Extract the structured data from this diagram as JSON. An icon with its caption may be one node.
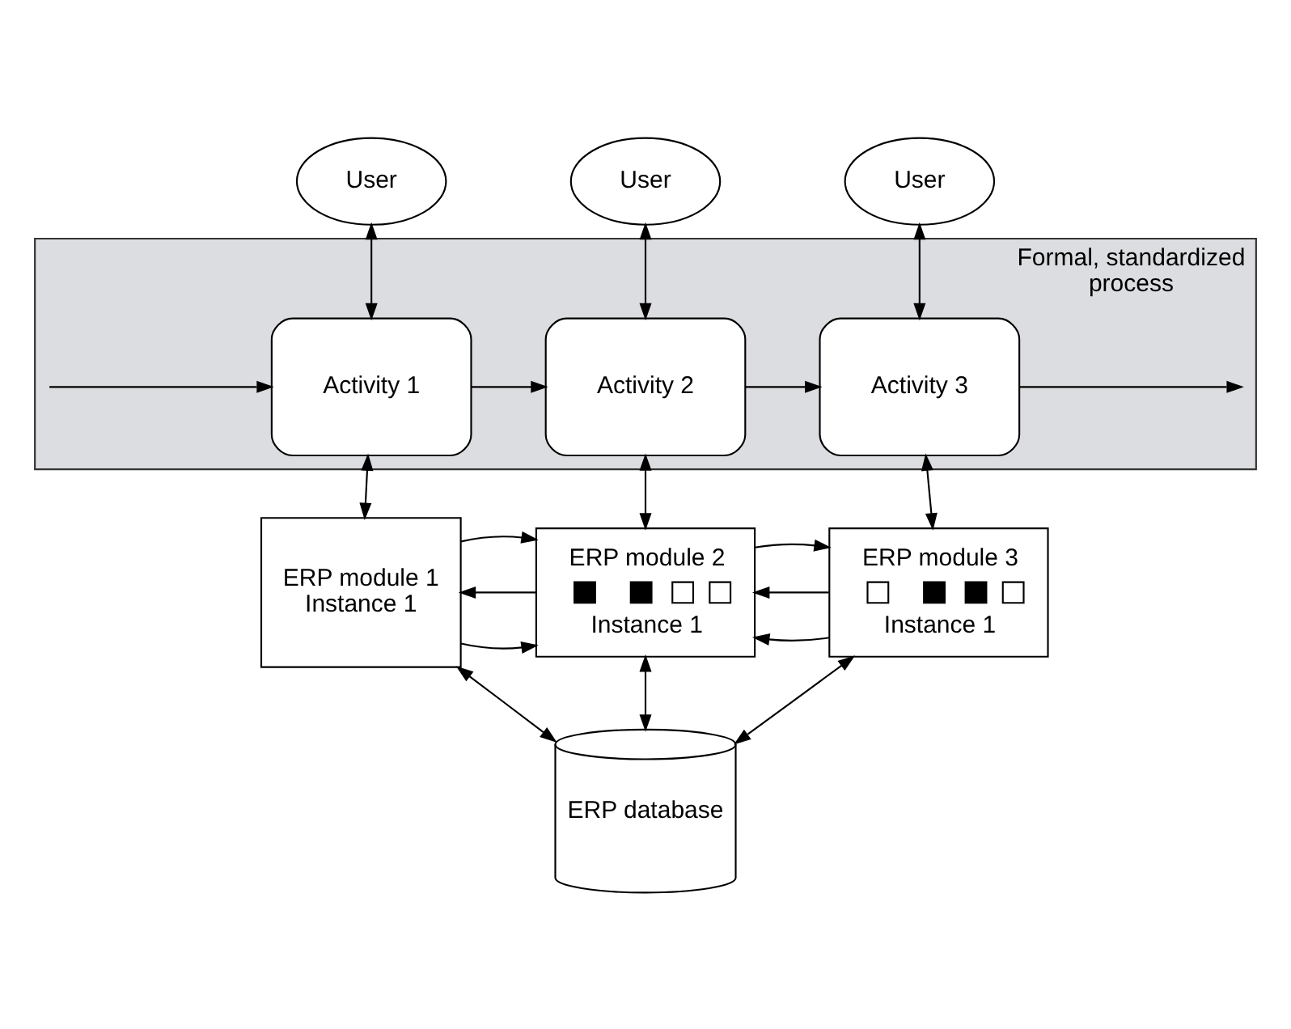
{
  "diagram": {
    "nodes": [
      {
        "text": [
          "User"
        ]
      },
      {
        "text": [
          "User"
        ]
      },
      {
        "text": [
          "User"
        ]
      },
      {
        "text": [
          "Formal, standardized process"
        ]
      },
      {
        "text": [
          "Activity 1"
        ],
        "in": 3
      },
      {
        "text": [
          "Activity 2"
        ],
        "in": 3
      },
      {
        "text": [
          "Activity 3"
        ],
        "in": 3
      },
      {
        "text": [
          "ERP module 1",
          "Instance 1"
        ]
      },
      {
        "text": [
          "ERP module 2",
          "Instance 1"
        ]
      },
      {
        "text": [
          "ERP module 3",
          "Instance 1"
        ]
      },
      {
        "text": [
          "ERP database"
        ]
      }
    ],
    "edges": [
      {
        "from": null,
        "to": 4,
        "arrow": "to"
      },
      {
        "from": 4,
        "to": 5,
        "arrow": "to"
      },
      {
        "from": 5,
        "to": 6,
        "arrow": "to"
      },
      {
        "from": 6,
        "to": null,
        "arrow": "to"
      },
      {
        "from": 0,
        "to": 4,
        "arrow": "both"
      },
      {
        "from": 1,
        "to": 5,
        "arrow": "both"
      },
      {
        "from": 2,
        "to": 6,
        "arrow": "both"
      },
      {
        "from": 4,
        "to": 7,
        "arrow": "both"
      },
      {
        "from": 5,
        "to": 8,
        "arrow": "both"
      },
      {
        "from": 6,
        "to": 9,
        "arrow": "both"
      },
      {
        "from": 7,
        "to": 8,
        "arrow": "to"
      },
      {
        "from": 8,
        "to": 7,
        "arrow": "to"
      },
      {
        "from": 7,
        "to": 8,
        "arrow": "to"
      },
      {
        "from": 9,
        "to": 8,
        "arrow": "to"
      },
      {
        "from": 9,
        "to": 8,
        "arrow": "to"
      },
      {
        "from": 8,
        "to": 9,
        "arrow": "to"
      },
      {
        "from": 7,
        "to": 10,
        "arrow": "both"
      },
      {
        "from": 8,
        "to": 10,
        "arrow": "both"
      },
      {
        "from": 9,
        "to": 10,
        "arrow": "both"
      }
    ]
  }
}
